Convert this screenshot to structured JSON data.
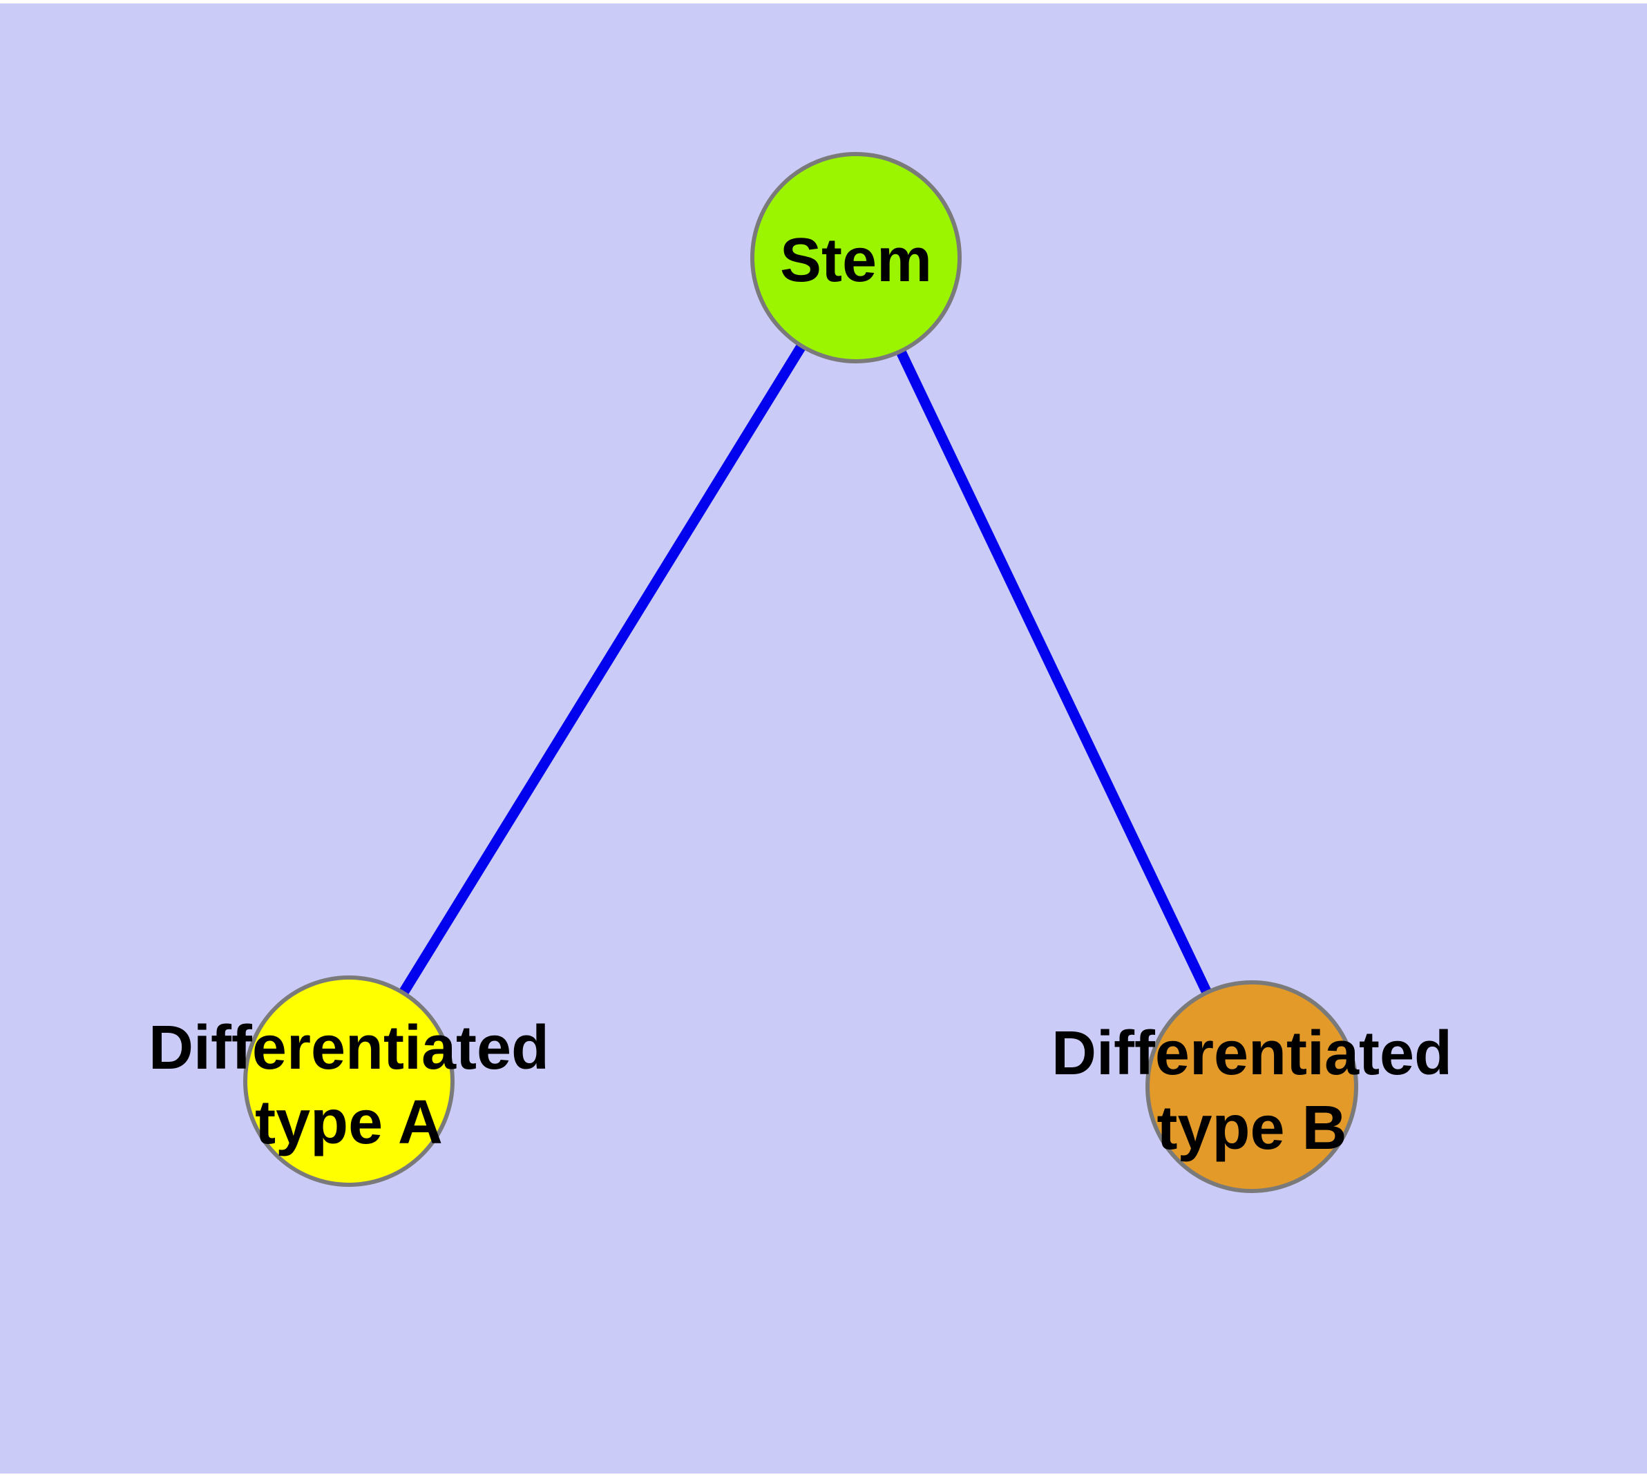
{
  "graph": {
    "background_color": "#cbcbf7",
    "edge_color": "#0202ee",
    "node_border_color": "#7a7a7a",
    "label_color": "#000000",
    "nodes": {
      "stem": {
        "label": "Stem",
        "color": "#9bf400"
      },
      "type_a": {
        "label": "Differentiated type A",
        "label_line1": "Differentiated",
        "label_line2": "type A",
        "color": "#ffff00"
      },
      "type_b": {
        "label": "Differentiated type B",
        "label_line1": "Differentiated",
        "label_line2": "type B",
        "color": "#e39a28"
      }
    },
    "edges": [
      {
        "from": "Stem",
        "to": "Differentiated type A"
      },
      {
        "from": "Stem",
        "to": "Differentiated type B"
      }
    ]
  }
}
